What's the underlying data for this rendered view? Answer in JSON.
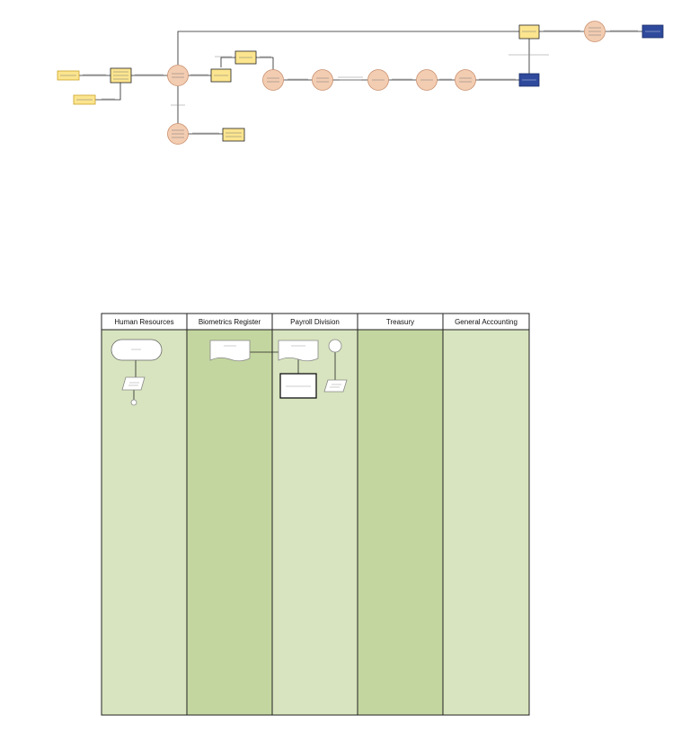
{
  "colors": {
    "store_fill": "#fce58f",
    "store_stroke": "#c9a227",
    "entity_fill": "#2f4a9c",
    "process_fill": "#f3cdb2",
    "process_stroke": "#c98f6d",
    "lane_light": "#d8e4bf",
    "lane_dark": "#c4d6a0",
    "line": "#222222"
  },
  "dfd": {
    "stores": [
      {
        "id": "s-left-1",
        "text": ""
      },
      {
        "id": "s-left-2",
        "text": ""
      },
      {
        "id": "s-mid",
        "text": ""
      },
      {
        "id": "s-payroll",
        "text": ""
      },
      {
        "id": "s-treasury",
        "text": ""
      },
      {
        "id": "s-bottom",
        "text": ""
      },
      {
        "id": "s-top-right",
        "text": ""
      }
    ],
    "processes": [
      {
        "id": "p-main",
        "text": ""
      },
      {
        "id": "p-bottom",
        "text": ""
      },
      {
        "id": "p-1",
        "text": ""
      },
      {
        "id": "p-2",
        "text": ""
      },
      {
        "id": "p-3",
        "text": ""
      },
      {
        "id": "p-4",
        "text": ""
      },
      {
        "id": "p-5",
        "text": ""
      },
      {
        "id": "p-top",
        "text": ""
      }
    ],
    "entities": [
      {
        "id": "e-right",
        "text": ""
      },
      {
        "id": "e-top",
        "text": ""
      }
    ]
  },
  "swimlane": {
    "lanes": [
      "Human Resources",
      "Biometrics Register",
      "Payroll Division",
      "Treasury",
      "General Accounting"
    ]
  }
}
